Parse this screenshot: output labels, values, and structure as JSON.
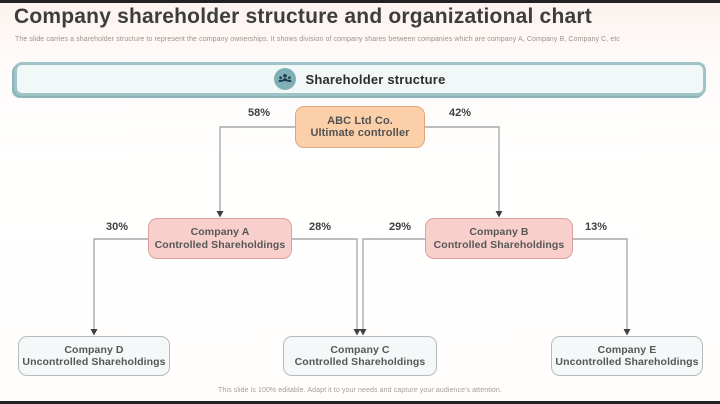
{
  "slide": {
    "title": "Company shareholder structure and organizational chart",
    "subtitle": "The slide carries a shareholder structure to represent the company ownerships. It shows division of company shares between companies which are company A, Company B, Company C, etc",
    "footer": "This slide is 100% editable. Adapt it to your needs and capture your audience's attention."
  },
  "banner": {
    "label": "Shareholder structure",
    "icon": "people-group-icon"
  },
  "org_chart": {
    "root": {
      "name": "ABC Ltd Co.",
      "role": "Ultimate controller",
      "ownership_left": "58%",
      "ownership_right": "42%"
    },
    "level2": [
      {
        "name": "Company A",
        "role": "Controlled Shareholdings",
        "ownership_left": "30%",
        "ownership_right": "28%"
      },
      {
        "name": "Company B",
        "role": "Controlled Shareholdings",
        "ownership_left": "29%",
        "ownership_right": "13%"
      }
    ],
    "level3": [
      {
        "name": "Company D",
        "role": "Uncontrolled Shareholdings"
      },
      {
        "name": "Company C",
        "role": "Controlled Shareholdings"
      },
      {
        "name": "Company E",
        "role": "Uncontrolled Shareholdings"
      }
    ]
  },
  "colors": {
    "root_fill": "#fbd0a9",
    "root_border": "#dfa67c",
    "controlled_fill": "#f9cfcb",
    "controlled_border": "#dda19d",
    "uncontrolled_fill": "#f4f8f9",
    "uncontrolled_border": "#b6bcbe",
    "banner_border": "#9fc3c6",
    "banner_fill": "#f2f8f8",
    "icon_circle": "#7fb0b5",
    "connector_line": "#a8a8a8",
    "arrowhead": "#3f3f3f"
  }
}
